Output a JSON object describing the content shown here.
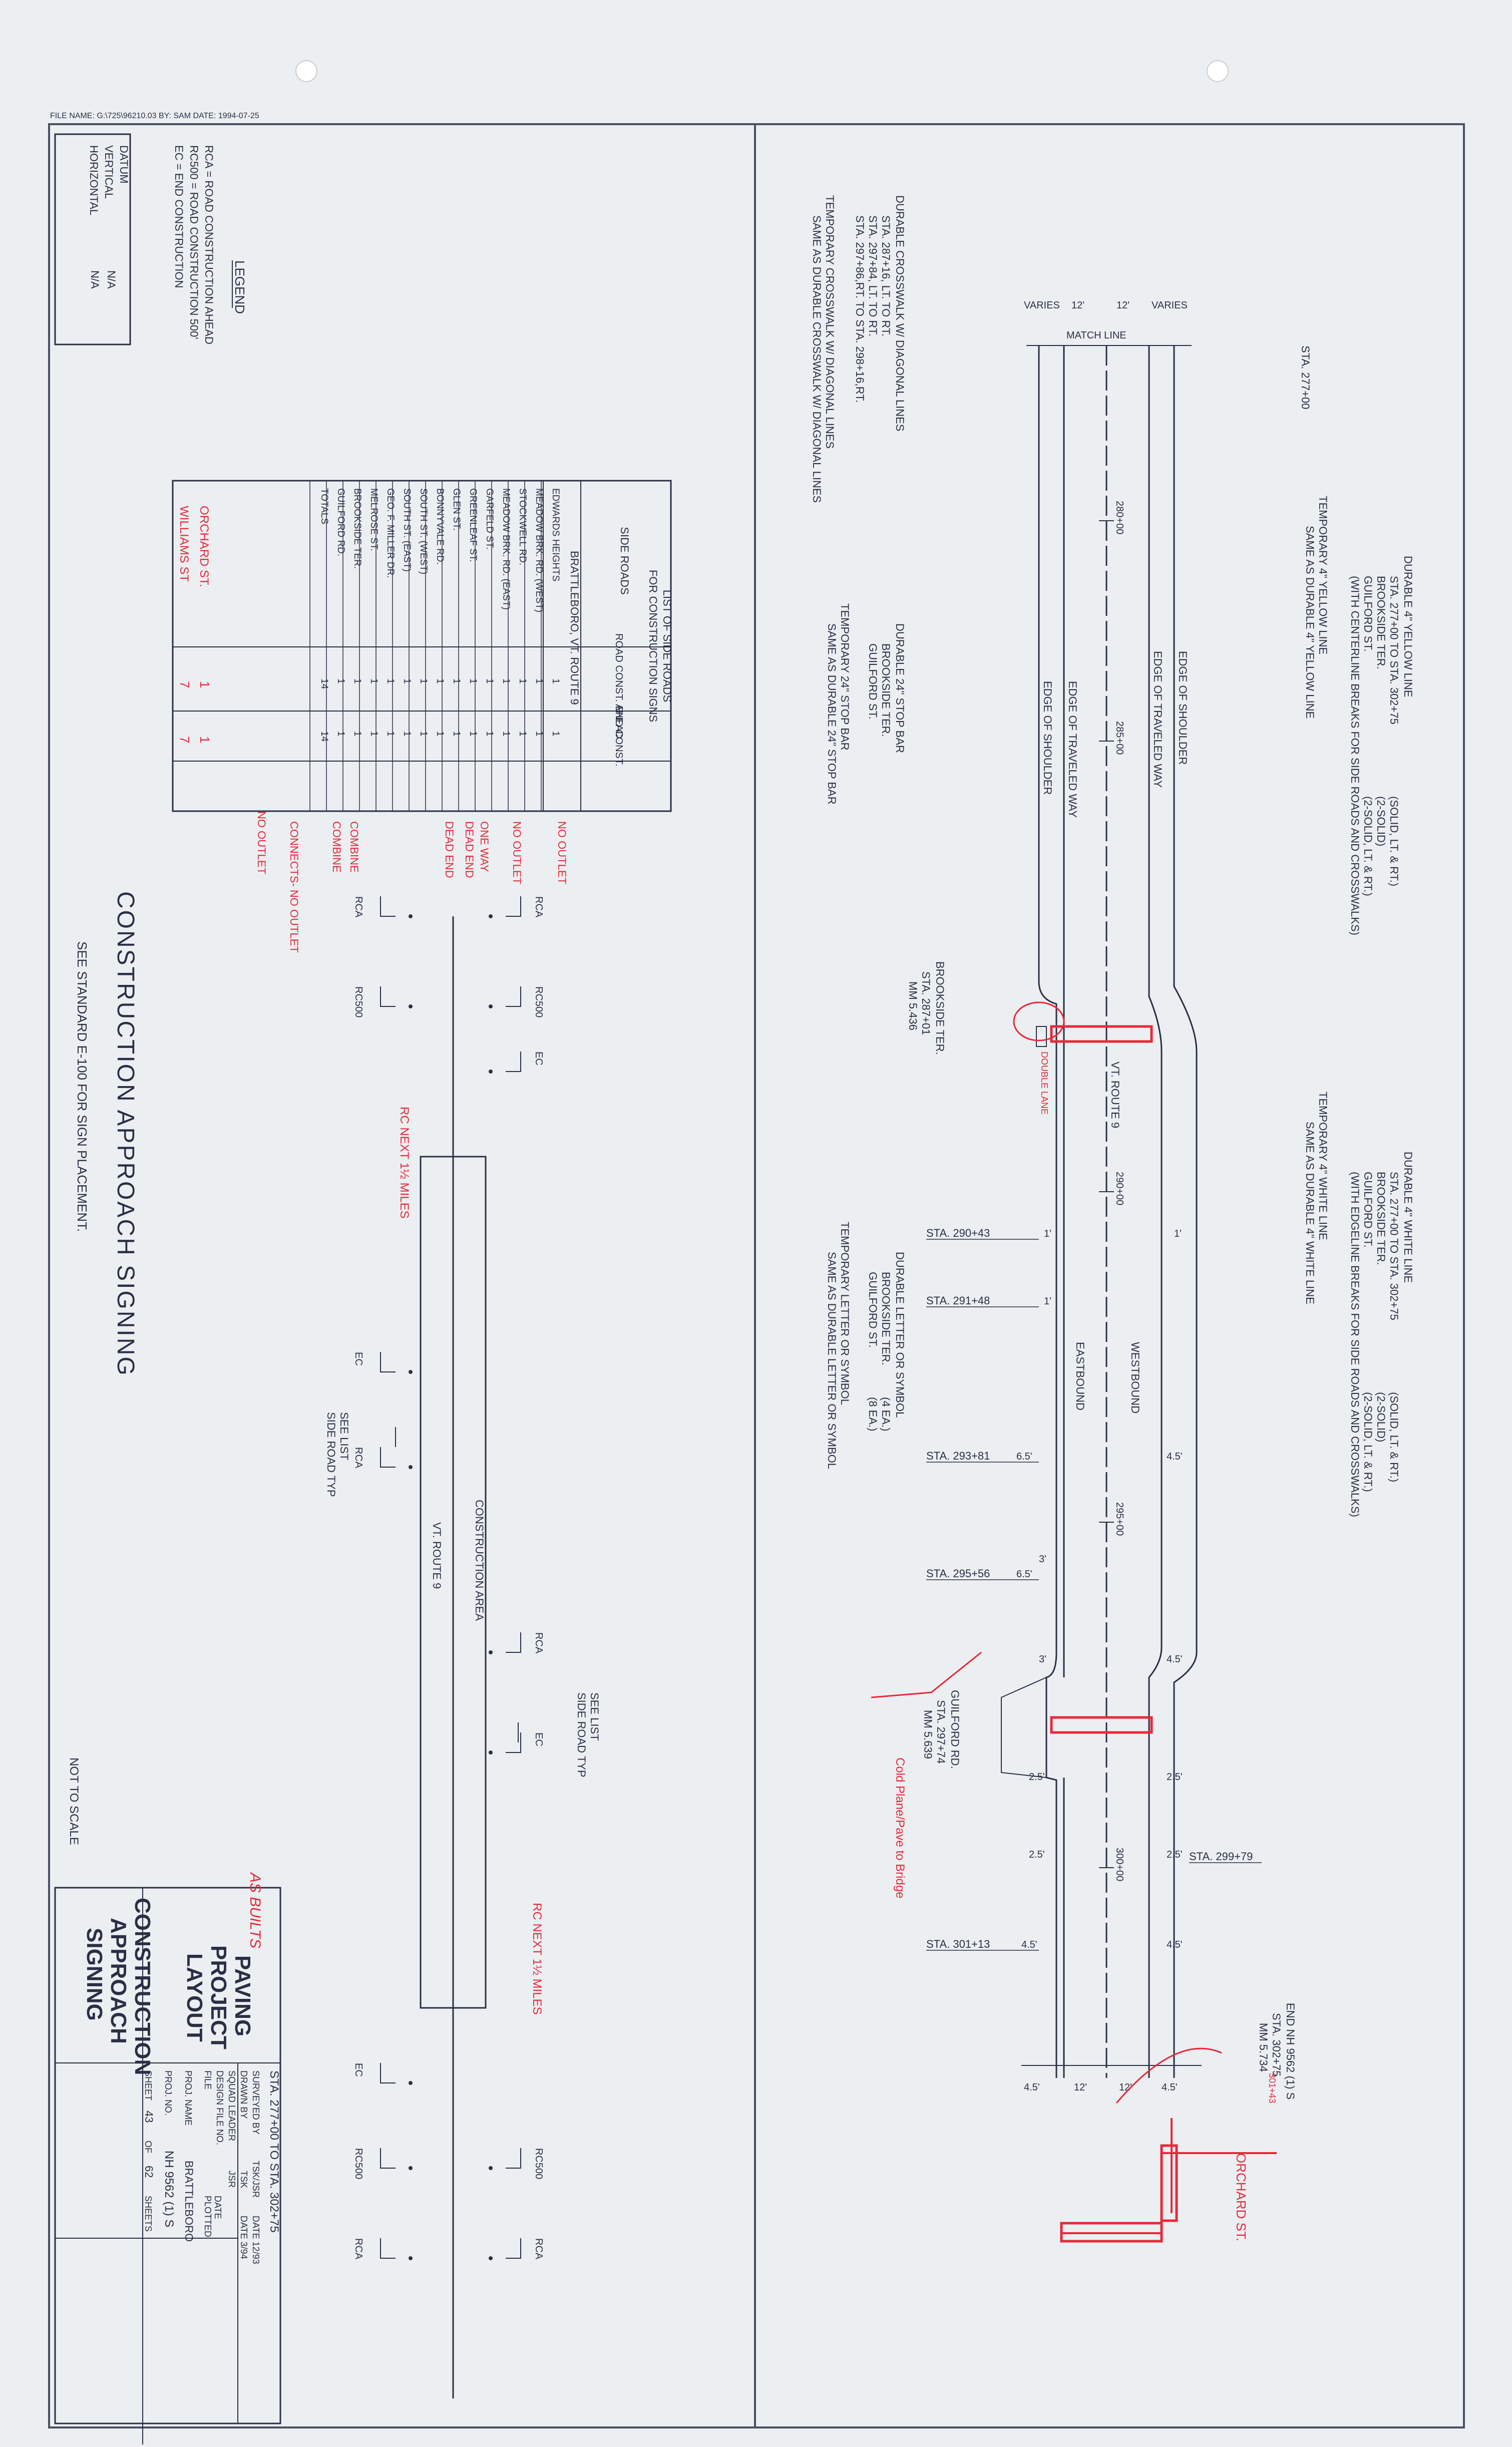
{
  "header": {
    "file_line": "FILE NAME: G:\\725\\96210.03  BY: SAM  DATE: 1994-07-25"
  },
  "legend": {
    "title": "LEGEND",
    "items": [
      "RCA   = ROAD CONSTRUCTION AHEAD",
      "RC500  = ROAD CONSTRUCTION 500'",
      "EC    = END CONSTRUCTION"
    ],
    "datum": [
      "DATUM",
      "VERTICAL",
      "HORIZONTAL"
    ],
    "datum_values": [
      "N/A",
      "N/A"
    ]
  },
  "side_roads": {
    "title": [
      "LIST OF SIDE ROADS",
      "FOR CONSTRUCTION SIGNS"
    ],
    "headers": [
      "SIDE ROADS",
      "ROAD CONST. AHEAD",
      "END CONST."
    ],
    "group": "BRATTLEBORO, VT. ROUTE 9",
    "rows": [
      {
        "road": "EDWARDS HEIGHTS",
        "rca": "1",
        "ec": "1"
      },
      {
        "road": "MEADOW BRK. RD. (WEST)",
        "rca": "1",
        "ec": "1"
      },
      {
        "road": "STOCKWELL RD.",
        "rca": "1",
        "ec": "1"
      },
      {
        "road": "MEADOW BRK. RD. (EAST)",
        "rca": "1",
        "ec": "1"
      },
      {
        "road": "GARFELD ST.",
        "rca": "1",
        "ec": "1"
      },
      {
        "road": "GREENLEAF ST.",
        "rca": "1",
        "ec": "1"
      },
      {
        "road": "GLEN ST.",
        "rca": "1",
        "ec": "1"
      },
      {
        "road": "BONNYVALE RD.",
        "rca": "1",
        "ec": "1"
      },
      {
        "road": "SOUTH ST. (WEST)",
        "rca": "1",
        "ec": "1"
      },
      {
        "road": "SOUTH ST. (EAST)",
        "rca": "1",
        "ec": "1"
      },
      {
        "road": "GEO. F. MILLER DR.",
        "rca": "1",
        "ec": "1"
      },
      {
        "road": "MELROSE ST.",
        "rca": "1",
        "ec": "1"
      },
      {
        "road": "BROOKSIDE TER.",
        "rca": "1",
        "ec": "1"
      },
      {
        "road": "GUILFORD RD.",
        "rca": "1",
        "ec": "1"
      },
      {
        "road": "TOTALS",
        "rca": "14",
        "ec": "14"
      }
    ],
    "red_rows": [
      {
        "road": "ORCHARD ST.",
        "rca": "1",
        "ec": "1"
      },
      {
        "road": "WILLIAMS ST",
        "rca": "7",
        "ec": "7"
      }
    ],
    "red_notes": [
      "NO OUTLET",
      "NO OUTLET",
      "ONE WAY",
      "DEAD END",
      "DEAD END",
      "COMBINE",
      "CONNECTS- NO OUTLET",
      "NO OUTLET",
      "COMBINE"
    ]
  },
  "approach": {
    "title": "CONSTRUCTION APPROACH SIGNING",
    "subtitle": "SEE STANDARD E-100 FOR SIGN PLACEMENT.",
    "labels": [
      "RCA",
      "RC500",
      "EC",
      "SEE LIST",
      "SIDE ROAD TYP",
      "CONSTRUCTION AREA",
      "VT. ROUTE 9"
    ],
    "red_notes": [
      "RC NEXT 1½ MILES",
      "RC NEXT 1½ MILES"
    ],
    "not_to_scale": "NOT TO SCALE"
  },
  "notes": {
    "yellow_durable": [
      "DURABLE 4\" YELLOW LINE",
      "STA. 277+00 TO STA. 302+75",
      "BROOKSIDE TER.",
      "GUILFORD ST.",
      "(WITH CENTERLINE BREAKS FOR SIDE ROADS AND CROSSWALKS)"
    ],
    "yellow_durable_right": [
      "(SOLID, LT. & RT.)",
      "(2-SOLID)",
      "(2-SOLID, LT. & RT.)"
    ],
    "yellow_temp": [
      "TEMPORARY 4\" YELLOW LINE",
      "SAME AS DURABLE 4\" YELLOW LINE"
    ],
    "white_durable": [
      "DURABLE 4\" WHITE LINE",
      "STA. 277+00 TO STA. 302+75",
      "BROOKSIDE TER.",
      "GUILFORD ST.",
      "(WITH EDGELINE BREAKS FOR SIDE ROADS AND CROSSWALKS)"
    ],
    "white_durable_right": [
      "(SOLID, LT. & RT.)",
      "(2-SOLID)",
      "(2-SOLID, LT. & RT.)"
    ],
    "white_temp": [
      "TEMPORARY 4\" WHITE LINE",
      "SAME AS DURABLE 4\" WHITE LINE"
    ],
    "crosswalk": [
      "DURABLE CROSSWALK W/ DIAGONAL LINES",
      "STA. 287+16, LT. TO RT.",
      "STA. 297+84, LT. TO RT.",
      "STA. 297+86,RT. TO STA. 298+16,RT."
    ],
    "crosswalk_temp": [
      "TEMPORARY CROSSWALK W/ DIAGONAL LINES",
      "SAME AS DURABLE CROSSWALK W/ DIAGONAL LINES"
    ],
    "stopbar": [
      "DURABLE 24\" STOP BAR",
      "BROOKSIDE TER.",
      "GUILFORD ST."
    ],
    "stopbar_temp": [
      "TEMPORARY 24\" STOP BAR",
      "SAME AS DURABLE 24\" STOP BAR"
    ],
    "letter": [
      "DURABLE LETTER OR SYMBOL",
      "BROOKSIDE TER.",
      "GUILFORD ST."
    ],
    "letter_qty": [
      "(4 EA.)",
      "(8 EA.)"
    ],
    "letter_temp": [
      "TEMPORARY LETTER OR SYMBOL",
      "SAME AS DURABLE LETTER OR SYMBOL"
    ]
  },
  "plan": {
    "start": "STA. 277+00",
    "match": [
      "VARIES",
      "12'",
      "12'",
      "VARIES",
      "MATCH LINE"
    ],
    "edges": [
      "EDGE OF SHOULDER",
      "EDGE OF TRAVELED WAY",
      "EDGE OF TRAVELED WAY",
      "EDGE OF SHOULDER"
    ],
    "route": "VT. ROUTE 9",
    "directions": [
      "EASTBOUND",
      "WESTBOUND"
    ],
    "stations": [
      "280+00",
      "285+00",
      "290+00",
      "295+00",
      "300+00"
    ],
    "brookside": [
      "BROOKSIDE TER.",
      "STA. 287+01",
      "MM 5.436"
    ],
    "guilford": [
      "GUILFORD RD.",
      "STA. 297+74",
      "MM 5.639"
    ],
    "end": [
      "END NH 9562 (1) S",
      "STA. 302+75",
      "MM 5.734"
    ],
    "sta_labels": [
      "STA. 290+43",
      "STA. 291+48",
      "STA. 293+81",
      "STA. 295+56",
      "STA. 299+79",
      "STA. 301+13"
    ],
    "dims": [
      "1'",
      "1'",
      "1'",
      "6.5'",
      "4.5'",
      "3'",
      "6.5'",
      "3'",
      "4.5'",
      "2.5'",
      "2.5'",
      "2.5'",
      "2.5'",
      "4.5'",
      "4.5'",
      "4.5'",
      "12'",
      "12'",
      "4.5'"
    ],
    "red_notes": [
      "DOUBLE LANE",
      "Cold Plane/Pave to Bridge",
      "ORCHARD ST.",
      "301+43"
    ]
  },
  "title_block": {
    "as_built": "AS BUILTS",
    "project_title": [
      "PAVING",
      "PROJECT",
      "LAYOUT"
    ],
    "sheet_title": [
      "CONSTRUCTION",
      "APPROACH",
      "SIGNING"
    ],
    "range": "STA. 277+00 TO STA. 302+75",
    "surveyed_by": [
      "SURVEYED BY",
      "TSK/JSR"
    ],
    "drawn_by": [
      "DRAWN BY",
      "TSK"
    ],
    "squad_leader": [
      "SQUAD LEADER",
      "JSR"
    ],
    "dates": [
      "DATE 12/93",
      "DATE 3/94"
    ],
    "design_file": "DESIGN FILE NO.",
    "file_labels": [
      "FILE",
      "PLOTTED",
      "DATE"
    ],
    "proj_name": [
      "PROJ. NAME",
      "BRATTLEBORO"
    ],
    "proj_no": [
      "PROJ. NO.",
      "NH 9562 (1) S"
    ],
    "sheet": [
      "SHEET",
      "43",
      "OF",
      "62",
      "SHEETS"
    ]
  },
  "colors": {
    "ink": "#2a2f46",
    "redline": "#e8283a",
    "paper": "#eceff1"
  }
}
